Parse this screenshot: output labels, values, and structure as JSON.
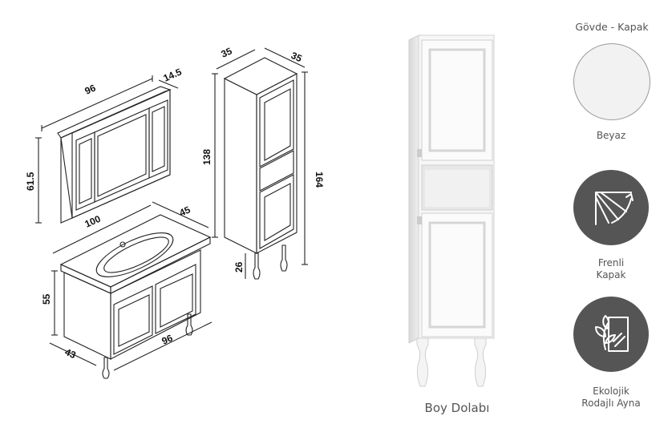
{
  "dimensions": {
    "mirror_width": "96",
    "mirror_depth": "14.5",
    "mirror_height": "61.5",
    "vanity_width": "100",
    "vanity_depth_top": "45",
    "vanity_height": "55",
    "vanity_depth_bottom": "43",
    "vanity_cabinet_width": "96",
    "tall_depth_left": "35",
    "tall_depth_right": "35",
    "tall_body_height": "138",
    "tall_total_height": "164",
    "tall_leg_height": "26"
  },
  "product": {
    "caption": "Boy Dolabı"
  },
  "finish": {
    "heading": "Gövde - Kapak",
    "color_name": "Beyaz",
    "color_hex": "#f2f2f2"
  },
  "features": [
    {
      "label_line1": "Frenli",
      "label_line2": "Kapak",
      "icon": "soft-close-icon"
    },
    {
      "label_line1": "Ekolojik",
      "label_line2": "Rodajlı Ayna",
      "icon": "eco-mirror-icon"
    }
  ],
  "colors": {
    "icon_bg": "#555555",
    "line": "#222222",
    "text": "#555555"
  }
}
